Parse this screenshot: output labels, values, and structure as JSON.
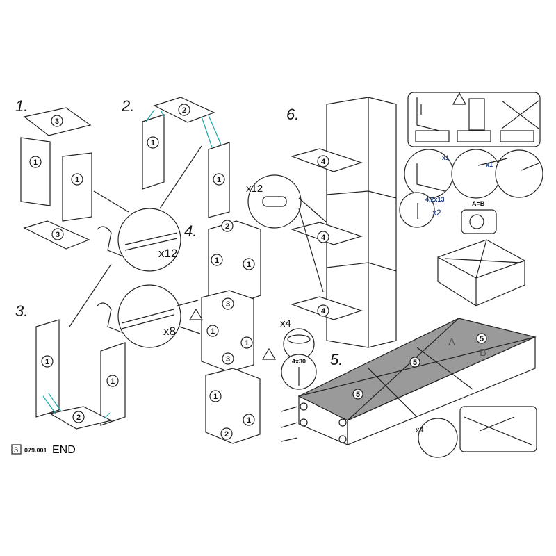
{
  "steps": {
    "s1": "1.",
    "s2": "2.",
    "s3": "3.",
    "s4": "4.",
    "s5": "5.",
    "s6": "6."
  },
  "parts": {
    "p1": "1",
    "p2": "2",
    "p3": "3",
    "p4": "4",
    "p5": "5"
  },
  "quantities": {
    "dowel_x12": "x12",
    "bolt_x12": "x12",
    "bolt_x8": "x8",
    "feet_x4": "x4",
    "screw_4x30": "4x30",
    "bracket_x4": "x4",
    "fix_x1a": "x1",
    "fix_x1b": "x1",
    "screw_size": "4,2x13",
    "screw_x2": "x2"
  },
  "measure": {
    "equal": "A=B",
    "a": "A",
    "b": "B"
  },
  "footer": {
    "page": "3",
    "code": "079.001",
    "end": "END"
  }
}
